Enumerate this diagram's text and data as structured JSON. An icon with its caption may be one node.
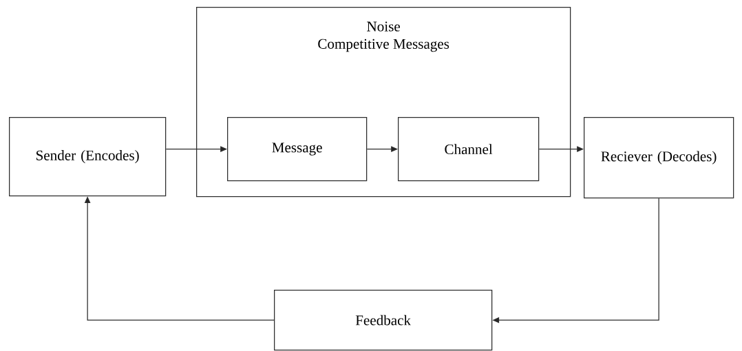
{
  "diagram": {
    "nodes": [
      {
        "text": [
          "Sender (Encodes)"
        ]
      },
      {
        "text": [
          "Noise",
          "Competitive Messages"
        ]
      },
      {
        "text": [
          "Message"
        ],
        "in": 1
      },
      {
        "text": [
          "Channel"
        ],
        "in": 1
      },
      {
        "text": [
          "Reciever (Decodes)"
        ]
      },
      {
        "text": [
          "Feedback"
        ]
      }
    ],
    "edges": [
      {
        "from": 0,
        "to": 2,
        "arrow": "to"
      },
      {
        "from": 2,
        "to": 3,
        "arrow": "to"
      },
      {
        "from": 3,
        "to": 4,
        "arrow": "to"
      },
      {
        "from": 4,
        "to": 5,
        "arrow": "to"
      },
      {
        "from": 5,
        "to": 0,
        "arrow": "to"
      }
    ]
  }
}
